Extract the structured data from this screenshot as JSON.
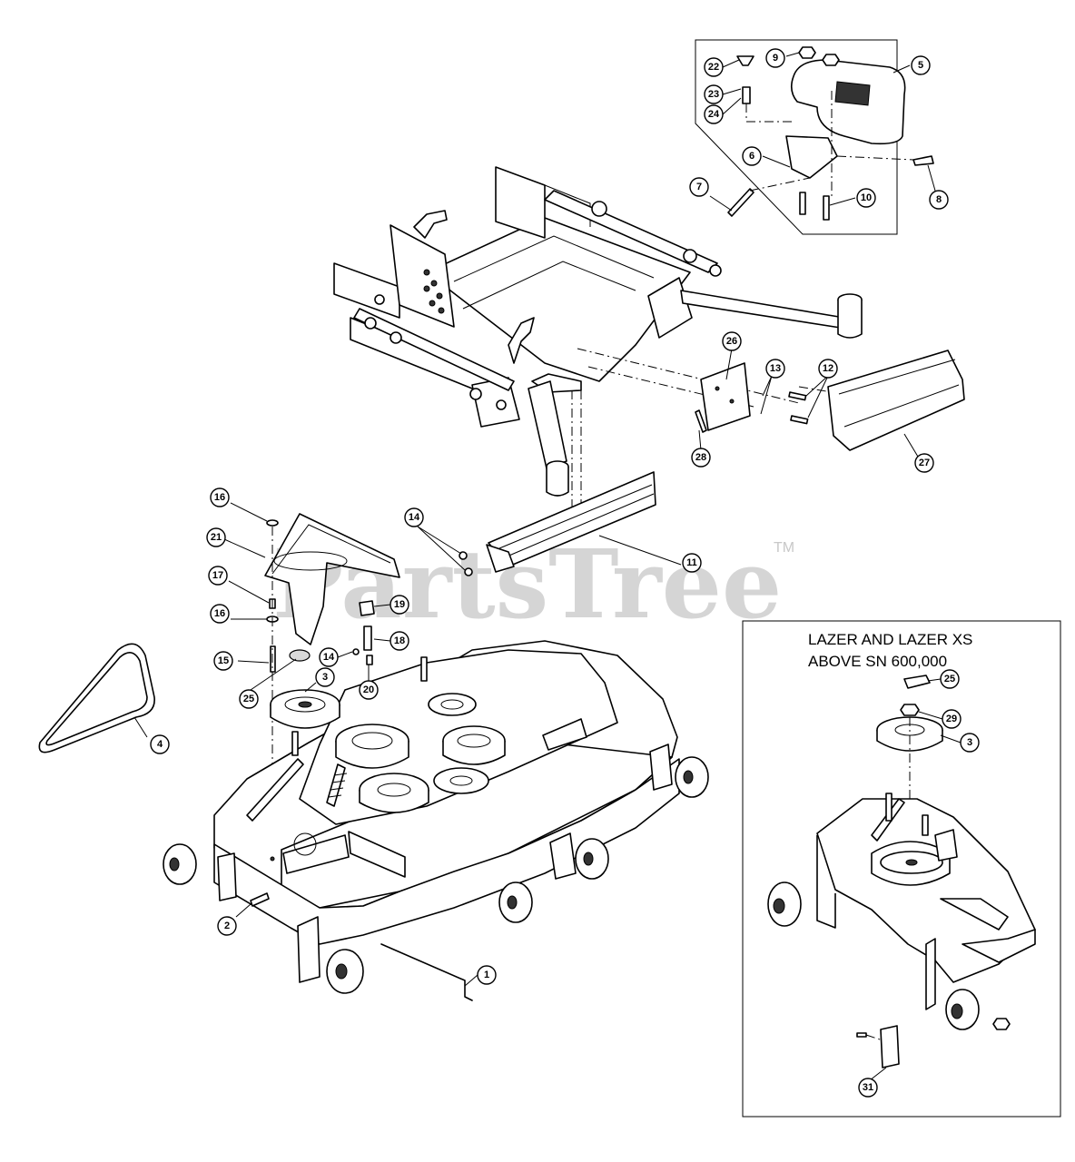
{
  "watermark": {
    "text": "PartsTree",
    "tm": "TM"
  },
  "inset": {
    "title_line1": "LAZER AND LAZER XS",
    "title_line2": "ABOVE SN 600,000"
  },
  "callouts": {
    "c1": "1",
    "c2": "2",
    "c3": "3",
    "c4": "4",
    "c5": "5",
    "c6": "6",
    "c7": "7",
    "c8": "8",
    "c9": "9",
    "c10": "10",
    "c11": "11",
    "c12": "12",
    "c13": "13",
    "c14a": "14",
    "c14b": "14",
    "c15": "15",
    "c16a": "16",
    "c16b": "16",
    "c17": "17",
    "c18": "18",
    "c19": "19",
    "c20": "20",
    "c21": "21",
    "c22": "22",
    "c23": "23",
    "c24": "24",
    "c25": "25",
    "c26": "26",
    "c27": "27",
    "c28": "28",
    "i25": "25",
    "i29": "29",
    "i3": "3",
    "i31": "31"
  }
}
